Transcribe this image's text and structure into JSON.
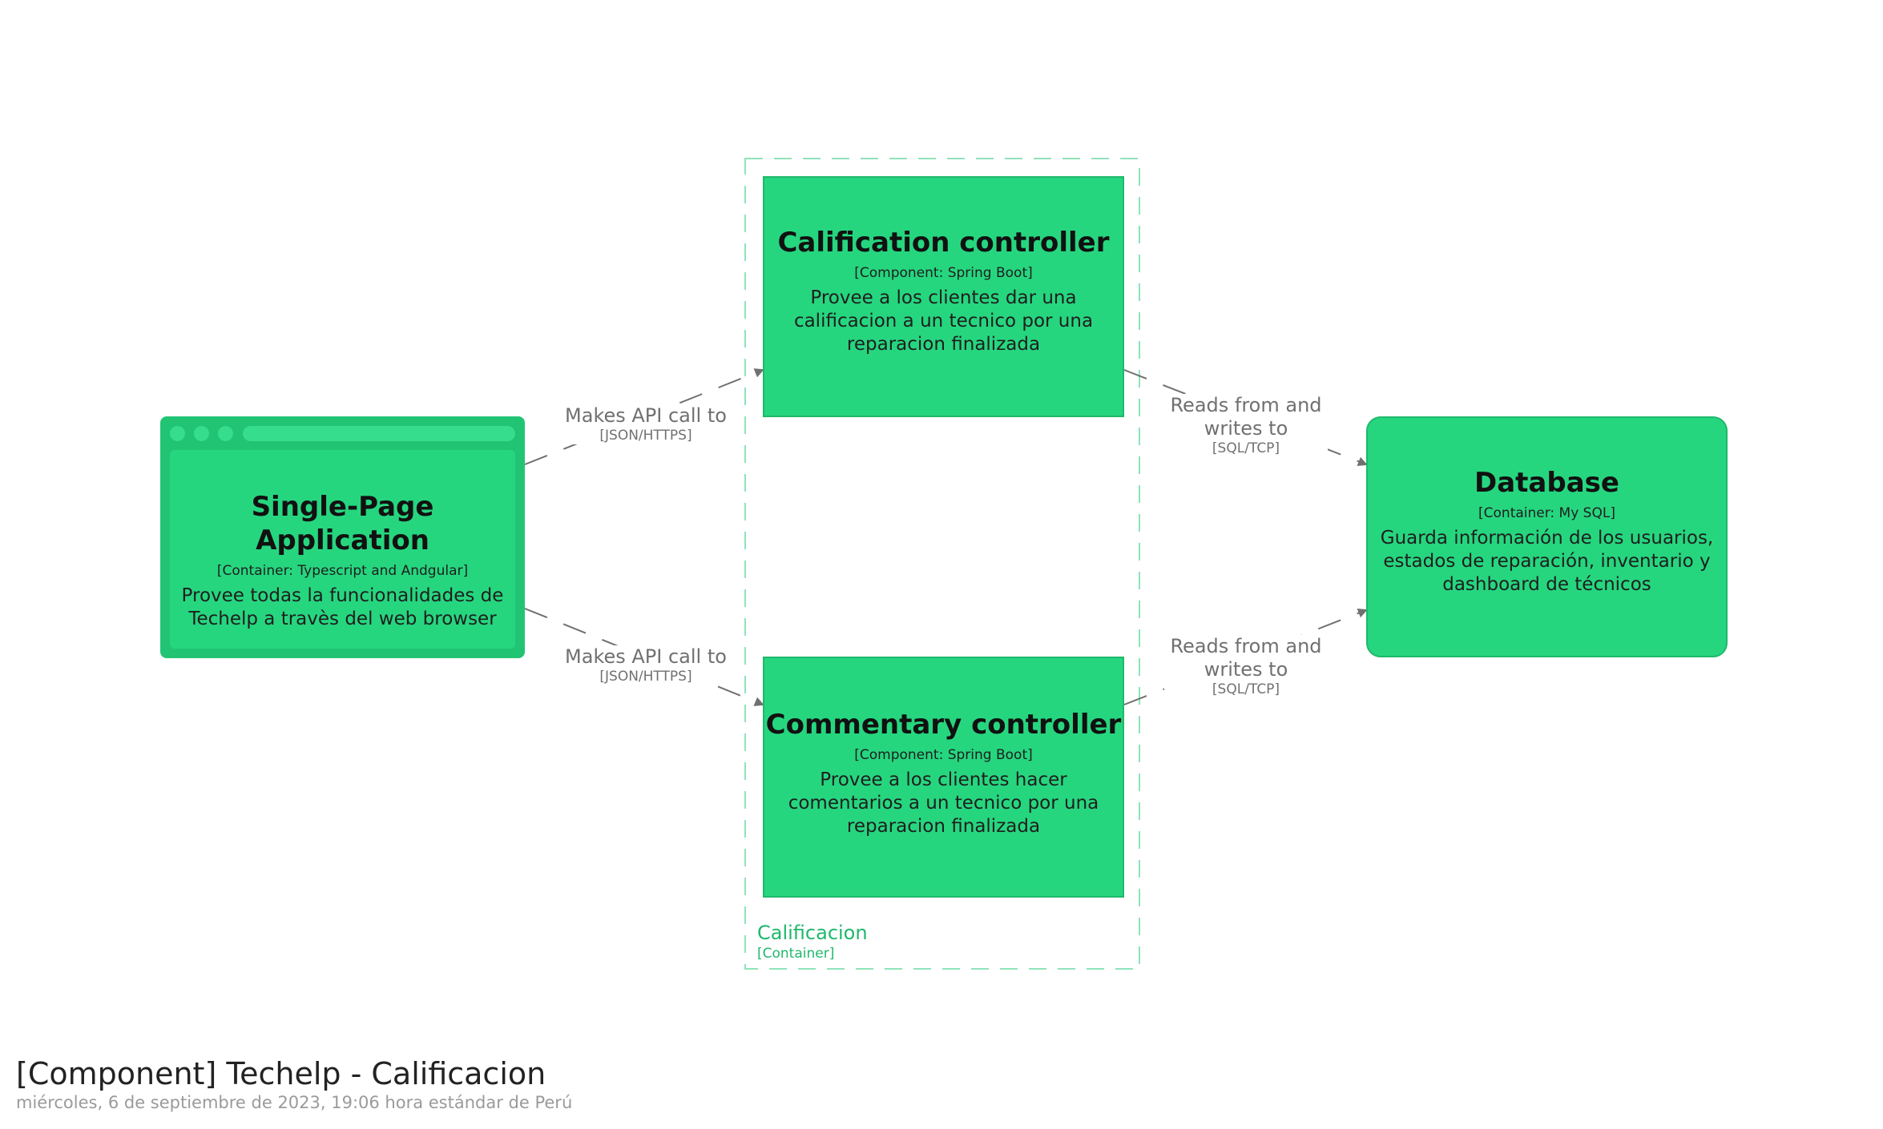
{
  "diagram": {
    "title": "[Component] Techelp - Calificacion",
    "timestamp": "miércoles, 6 de septiembre de 2023, 19:06 hora estándar de Perú"
  },
  "boundary": {
    "name": "Calificacion",
    "kind": "[Container]",
    "color": "#1fb86c"
  },
  "nodes": {
    "spa": {
      "title": "Single-Page Application",
      "tech": "[Container: Typescript and Andgular]",
      "description": "Provee todas la funcionalidades de Techelp a travès del web browser"
    },
    "calification": {
      "title": "Calification controller",
      "tech": "[Component: Spring Boot]",
      "description": "Provee a los clientes dar una calificacion a un tecnico por una reparacion finalizada"
    },
    "commentary": {
      "title": "Commentary controller",
      "tech": "[Component: Spring Boot]",
      "description": "Provee a los clientes hacer comentarios a un tecnico por una reparacion finalizada"
    },
    "database": {
      "title": "Database",
      "tech": "[Container: My SQL]",
      "description": "Guarda información de los usuarios, estados de reparación, inventario y dashboard de técnicos"
    }
  },
  "edges": {
    "spa_to_calification": {
      "label": "Makes API call to",
      "tech": "[JSON/HTTPS]"
    },
    "spa_to_commentary": {
      "label": "Makes API call to",
      "tech": "[JSON/HTTPS]"
    },
    "calification_to_db": {
      "label": "Reads from and writes to",
      "tech": "[SQL/TCP]"
    },
    "commentary_to_db": {
      "label": "Reads from and writes to",
      "tech": "[SQL/TCP]"
    }
  },
  "colors": {
    "node_fill": "#26d67f",
    "node_border": "#1fb86c",
    "edge": "#707070"
  }
}
